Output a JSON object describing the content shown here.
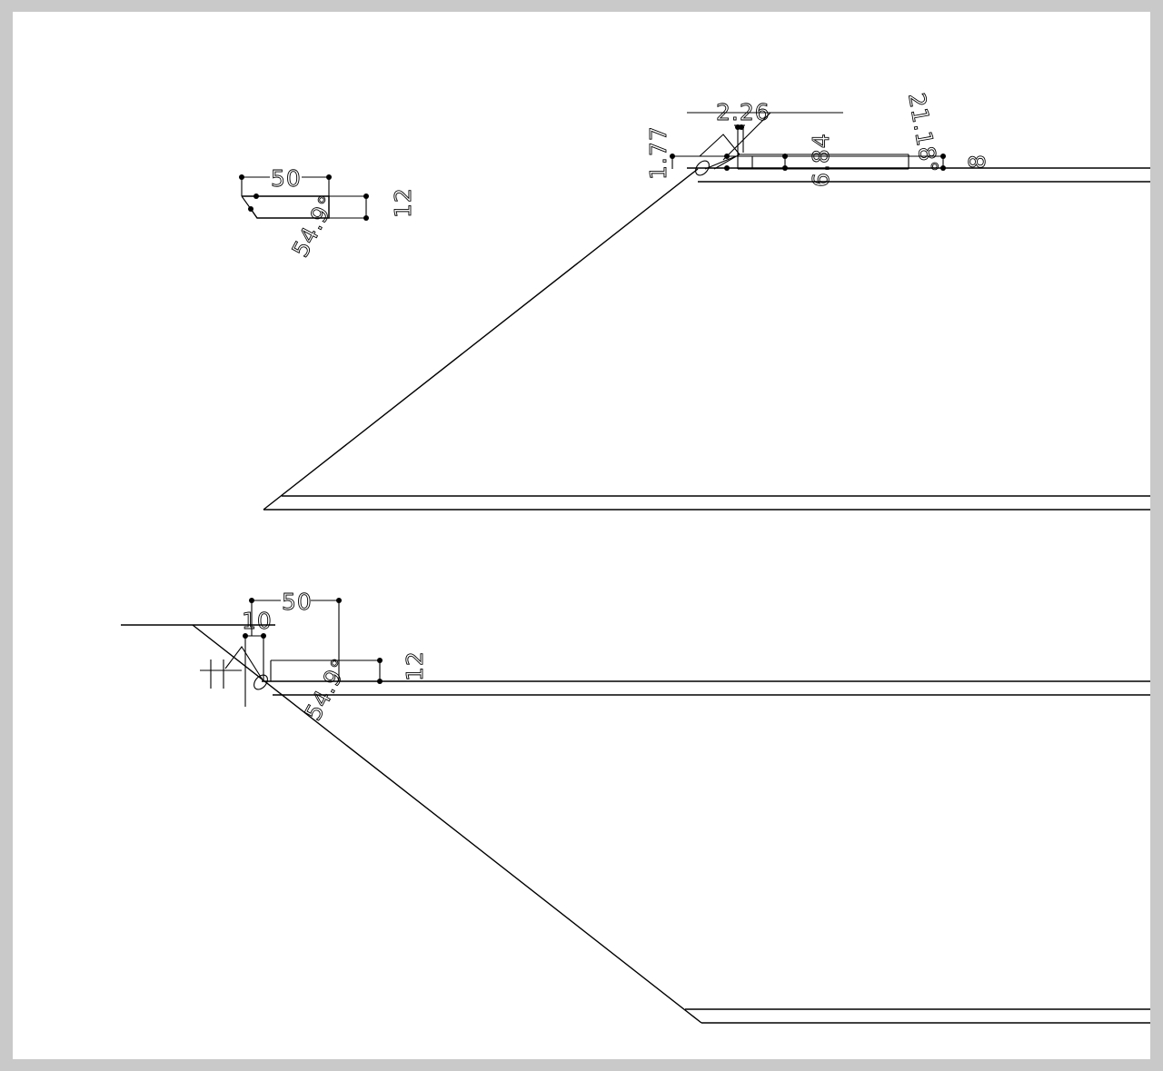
{
  "colors": {
    "background": "#c9c9c9",
    "sheet": "#ffffff",
    "ink": "#000000"
  },
  "dimensions": {
    "upper_left_detail": {
      "width": "50",
      "height": "12",
      "angle": "54.9°"
    },
    "upper_profile": {
      "offset_top": "2.26",
      "offset_left": "1.77",
      "middle": "6.84",
      "angle": "21.18°",
      "right": "8"
    },
    "lower_profile": {
      "width": "50",
      "offset": "10",
      "height": "12",
      "angle": "54.9°"
    }
  }
}
